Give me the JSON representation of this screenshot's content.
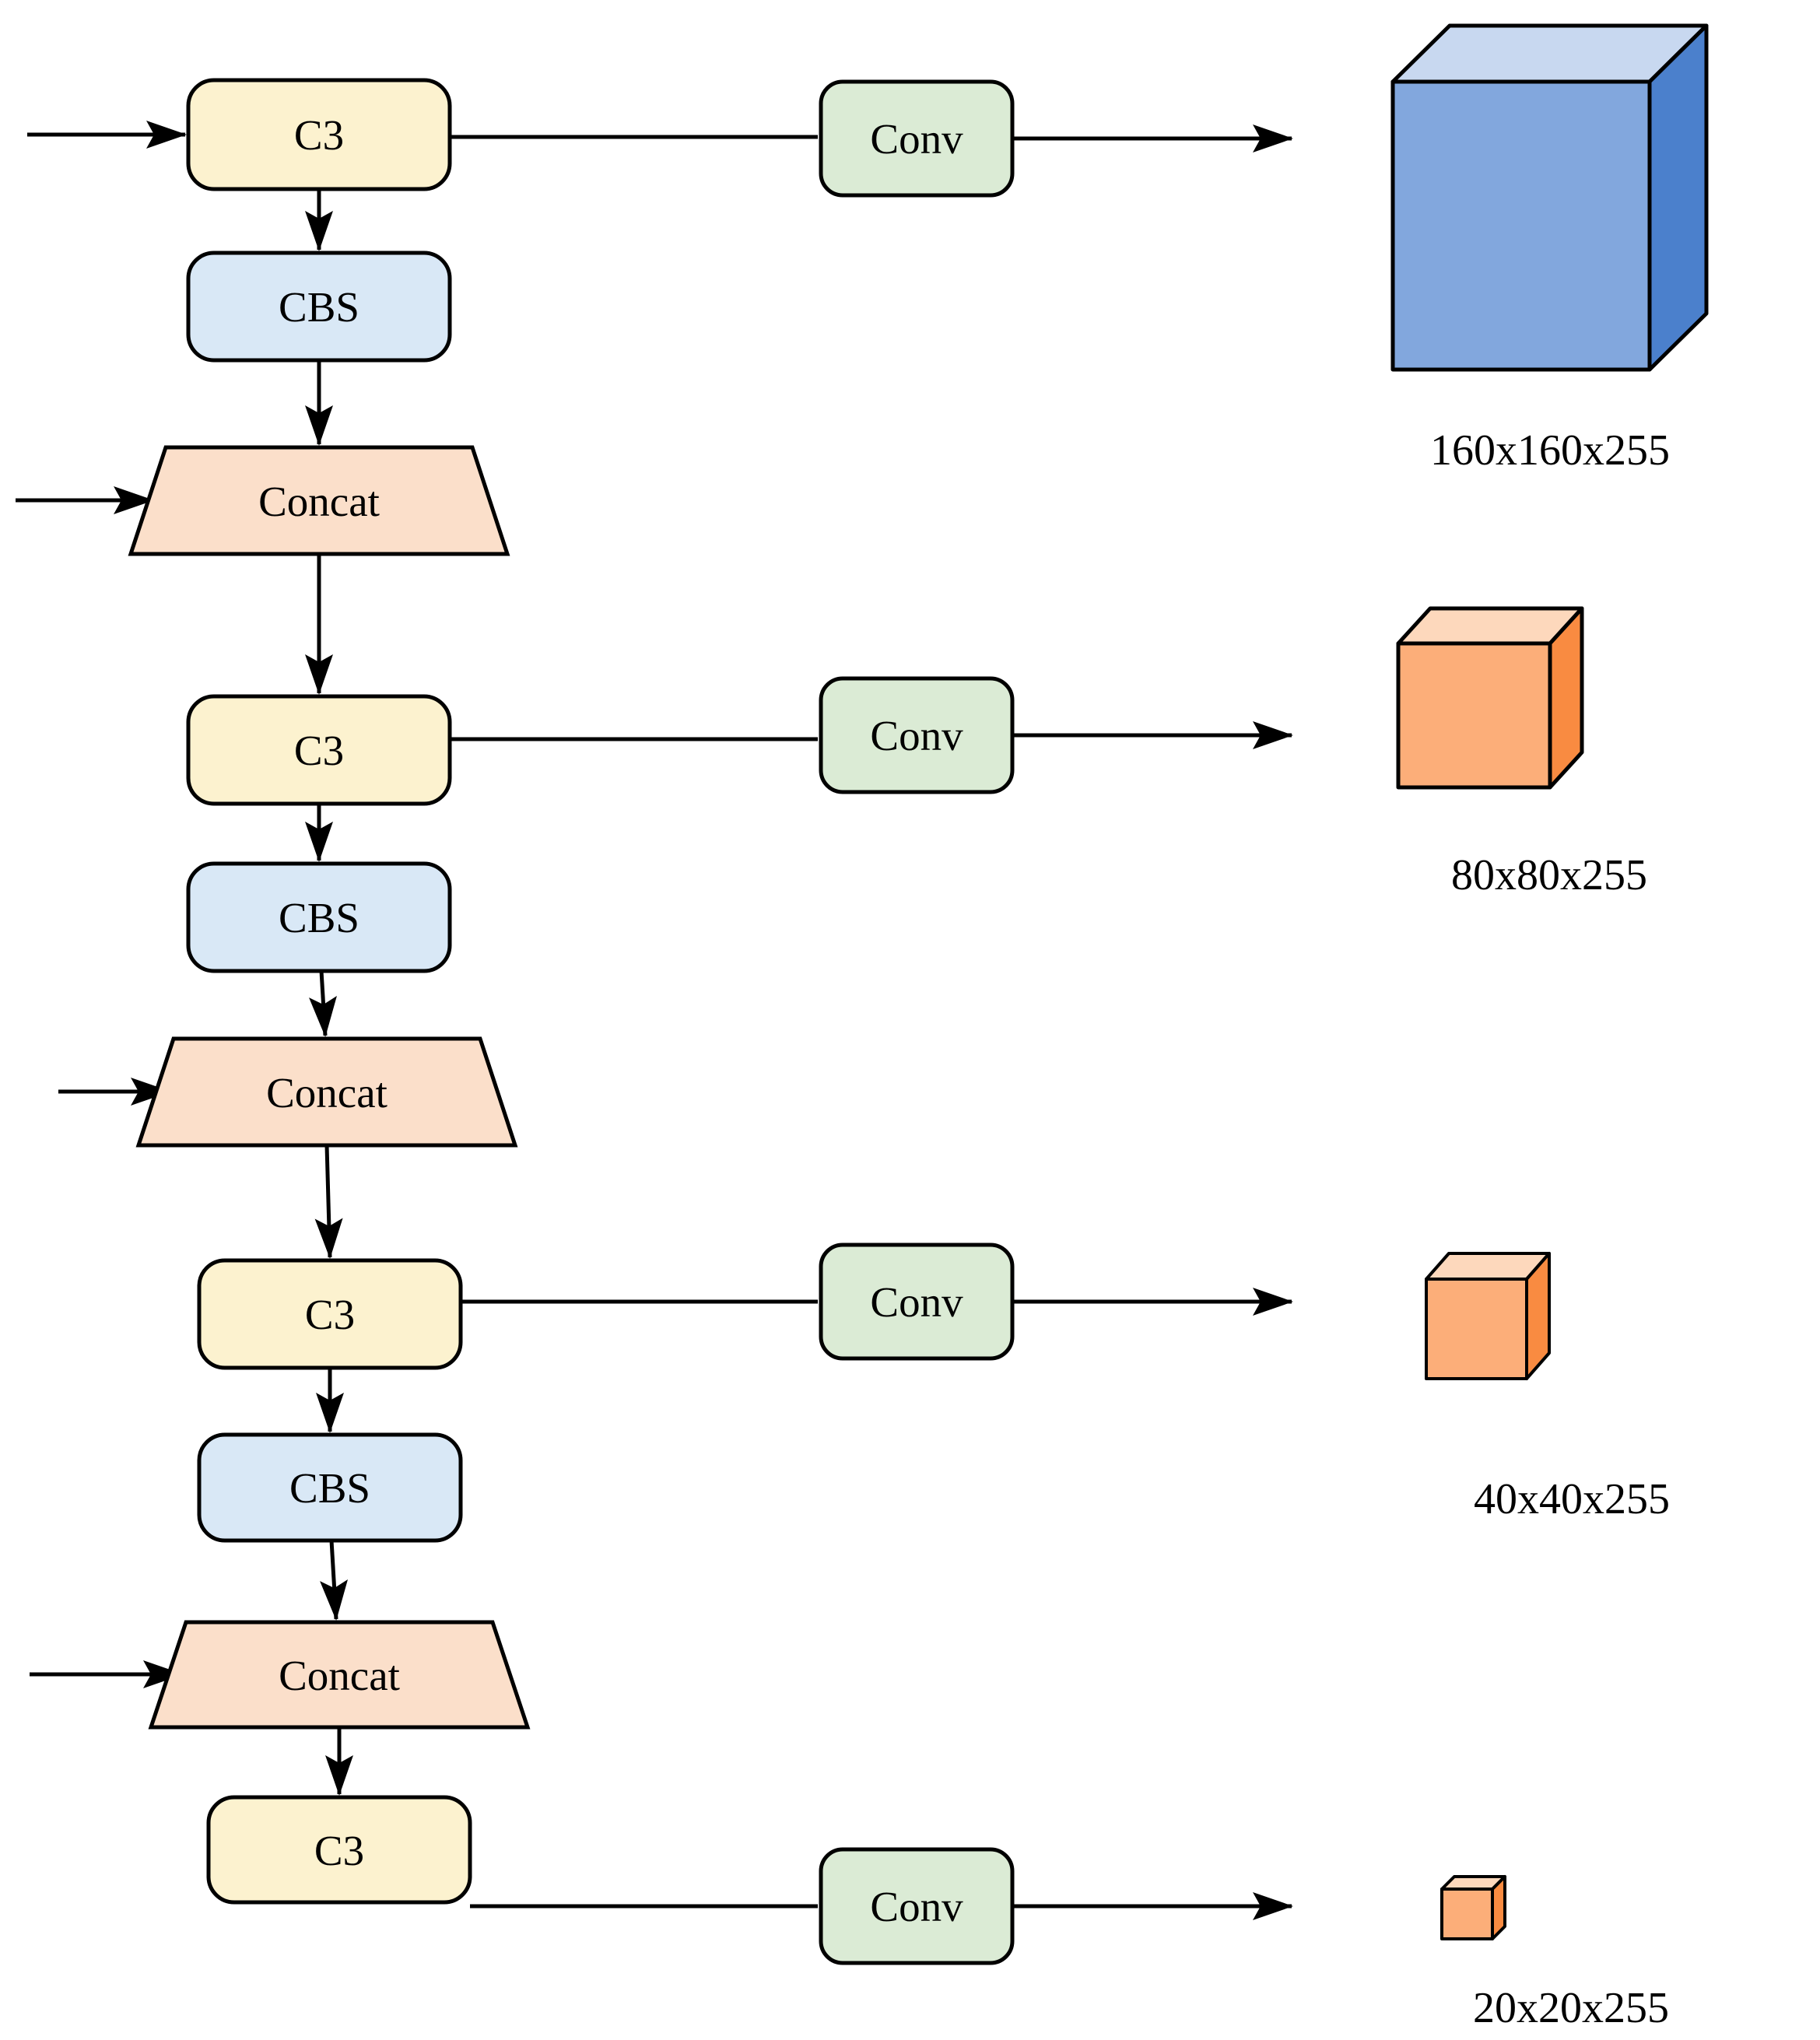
{
  "nodes": {
    "c3_1": {
      "label": "C3"
    },
    "cbs_1": {
      "label": "CBS"
    },
    "concat_1": {
      "label": "Concat"
    },
    "c3_2": {
      "label": "C3"
    },
    "cbs_2": {
      "label": "CBS"
    },
    "concat_2": {
      "label": "Concat"
    },
    "c3_3": {
      "label": "C3"
    },
    "cbs_3": {
      "label": "CBS"
    },
    "concat_3": {
      "label": "Concat"
    },
    "c3_4": {
      "label": "C3"
    },
    "conv_1": {
      "label": "Conv"
    },
    "conv_2": {
      "label": "Conv"
    },
    "conv_3": {
      "label": "Conv"
    },
    "conv_4": {
      "label": "Conv"
    }
  },
  "outputs": {
    "feature_map_1": {
      "label": "160x160x255",
      "label_color": "#2E74C4",
      "color_front": "#82A7DD",
      "color_top": "#C8D8F0",
      "color_side": "#4B80CC"
    },
    "feature_map_2": {
      "label": "80x80x255",
      "label_color": "#000000",
      "color_front": "#FCAE79",
      "color_top": "#FDD8BC",
      "color_side": "#F98B41"
    },
    "feature_map_3": {
      "label": "40x40x255",
      "label_color": "#000000",
      "color_front": "#FCAE79",
      "color_top": "#FDD8BC",
      "color_side": "#F98B41"
    },
    "feature_map_4": {
      "label": "20x20x255",
      "label_color": "#000000",
      "color_front": "#FCAE79",
      "color_top": "#FDD8BC",
      "color_side": "#F98B41"
    }
  },
  "colors": {
    "c3_fill": "#FCF2CF",
    "cbs_fill": "#D9E8F6",
    "concat_fill": "#FBDFCA",
    "conv_fill": "#DBEBD5",
    "stroke": "#000000"
  }
}
